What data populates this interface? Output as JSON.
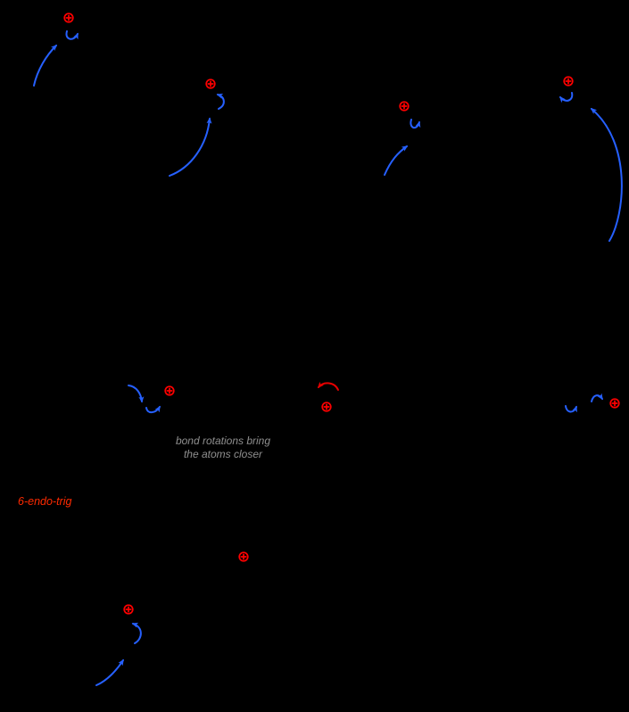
{
  "colors": {
    "background": "#000000",
    "arrow_blue": "#2660ff",
    "charge_red": "#ff0000",
    "rotation_arrow_red": "#e60000",
    "note_gray": "#8f8f8f",
    "label_red": "#ff2a00"
  },
  "annotations": {
    "bond_rotation_note": {
      "line1": "bond rotations bring",
      "line2": "the atoms closer"
    },
    "ring_closure_label": "6-endo-trig"
  },
  "icons": {
    "plus_charge": "circled-plus-cation",
    "blue_curved_arrow": "electron-pushing-arrow",
    "red_curved_arrow": "bond-rotation-arrow"
  },
  "counts": {
    "plus_charges": 9,
    "blue_arrows": 14,
    "red_arrows": 1
  }
}
